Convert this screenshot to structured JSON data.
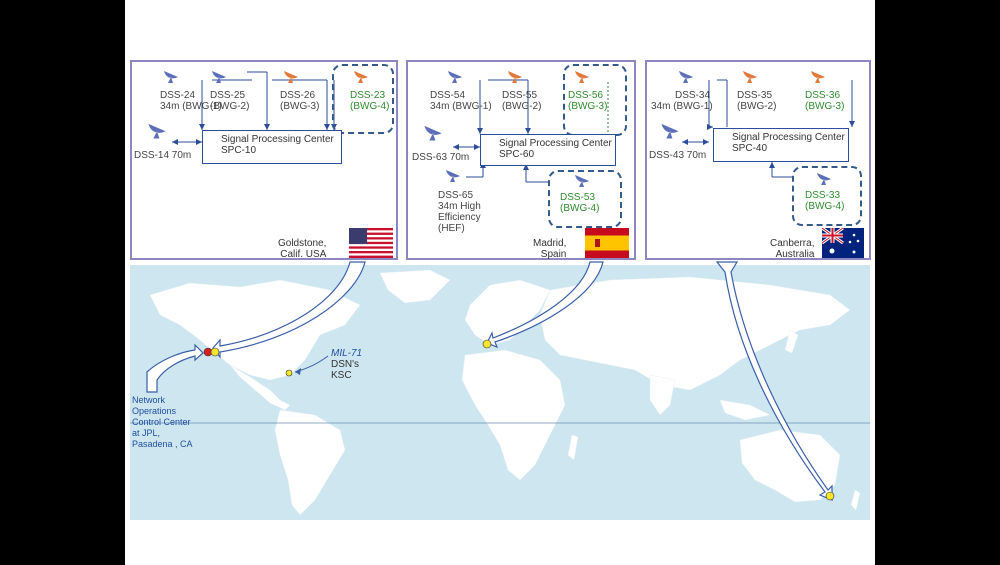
{
  "complexes": [
    {
      "id": "goldstone",
      "location_lines": [
        "Goldstone,",
        "Calif. USA"
      ],
      "spc_lines": [
        "Signal Processing Center",
        "SPC-10"
      ],
      "antennas": [
        {
          "lines": [
            "DSS-24",
            "34m (BWG-1)"
          ],
          "color": "#5c6fb8"
        },
        {
          "lines": [
            "DSS-25",
            "(BWG-2)"
          ],
          "color": "#5c6fb8"
        },
        {
          "lines": [
            "DSS-26",
            "(BWG-3)"
          ],
          "color": "#e07a3c"
        },
        {
          "lines": [
            "DSS-23",
            "(BWG-4)"
          ],
          "color": "#e07a3c"
        },
        {
          "lines": [
            "DSS-14 70m"
          ],
          "color": "#5c6fb8"
        }
      ]
    },
    {
      "id": "madrid",
      "location_lines": [
        "Madrid,",
        "Spain"
      ],
      "spc_lines": [
        "Signal Processing Center",
        "SPC-60"
      ],
      "antennas": [
        {
          "lines": [
            "DSS-54",
            "34m (BWG-1)"
          ],
          "color": "#5c6fb8"
        },
        {
          "lines": [
            "DSS-55",
            "(BWG-2)"
          ],
          "color": "#e07a3c"
        },
        {
          "lines": [
            "DSS-56",
            "(BWG-3)"
          ],
          "color": "#e07a3c"
        },
        {
          "lines": [
            "DSS-63 70m"
          ],
          "color": "#5c6fb8"
        },
        {
          "lines": [
            "DSS-65",
            "34m High",
            "Efficiency",
            "(HEF)"
          ],
          "color": "#5c6fb8"
        },
        {
          "lines": [
            "DSS-53",
            "(BWG-4)"
          ],
          "color": "#5c6fb8"
        }
      ]
    },
    {
      "id": "canberra",
      "location_lines": [
        "Canberra,",
        "Australia"
      ],
      "spc_lines": [
        "Signal Processing Center",
        "SPC-40"
      ],
      "antennas": [
        {
          "lines": [
            "DSS-34",
            "34m (BWG-1)"
          ],
          "color": "#5c6fb8"
        },
        {
          "lines": [
            "DSS-35",
            "(BWG-2)"
          ],
          "color": "#e07a3c"
        },
        {
          "lines": [
            "DSS-36",
            "(BWG-3)"
          ],
          "color": "#e07a3c"
        },
        {
          "lines": [
            "DSS-43 70m"
          ],
          "color": "#5c6fb8"
        },
        {
          "lines": [
            "DSS-33",
            "(BWG-4)"
          ],
          "color": "#5c6fb8"
        }
      ]
    }
  ],
  "map": {
    "noc_lines": [
      "Network",
      "Operations",
      "Control Center",
      "at JPL,",
      "Pasadena , CA"
    ],
    "mil71_lines": [
      "MIL-71",
      "DSN's",
      "KSC"
    ]
  },
  "colors": {
    "ocean": "#cde6ef",
    "land": "#ffffff",
    "panel_border": "#8e86c2",
    "arrow": "#3b5fa8",
    "site_dot": "#f5e52b",
    "noc_dot": "#d42020",
    "green_label": "#2e8b2e"
  }
}
